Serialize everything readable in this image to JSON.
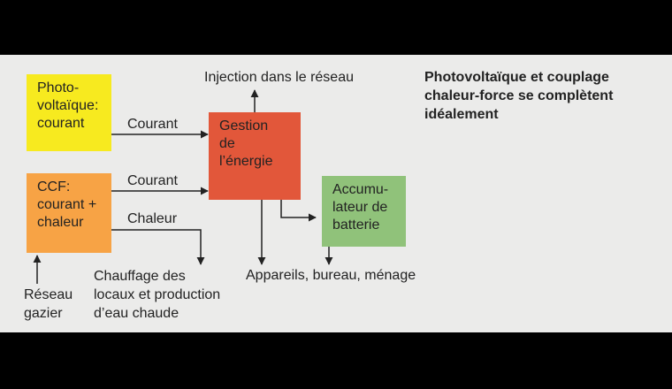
{
  "title": {
    "lines": [
      "Photovoltaïque et couplage",
      "chaleur-force se complètent",
      "idéalement"
    ]
  },
  "nodes": {
    "pv": {
      "lines": [
        "Photo-",
        "voltaïque:",
        "courant"
      ],
      "color": "#f7ea1f"
    },
    "ccf": {
      "lines": [
        "CCF:",
        "courant +",
        "chaleur"
      ],
      "color": "#f7a345"
    },
    "gestion": {
      "lines": [
        "Gestion",
        "de",
        "l’énergie"
      ],
      "color": "#e2573a"
    },
    "battery": {
      "lines": [
        "Accumu-",
        "lateur de",
        "batterie"
      ],
      "color": "#90c27a"
    }
  },
  "labels": {
    "pv_courant": "Courant",
    "ccf_courant": "Courant",
    "ccf_chaleur": "Chaleur",
    "injection": "Injection dans le réseau",
    "chauffage": [
      "Chauffage des",
      "locaux et production",
      "d’eau chaude"
    ],
    "appareils": "Appareils, bureau, ménage",
    "reseau_gazier": [
      "Réseau",
      "gazier"
    ]
  },
  "colors": {
    "panel_bg": "#ebebea",
    "outer_bg": "#000000",
    "arrow": "#222222"
  }
}
